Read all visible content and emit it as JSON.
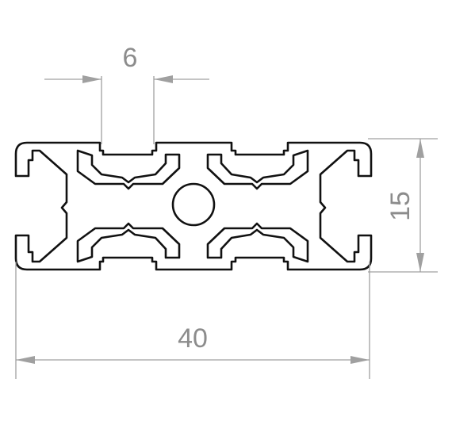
{
  "drawing": {
    "dimensions": {
      "slot_width": "6",
      "height": "15",
      "width": "40"
    },
    "colors": {
      "dimension": "#a0a0a0",
      "dimension_text": "#8c8c8c",
      "outline": "#111111",
      "background": "#ffffff"
    }
  }
}
